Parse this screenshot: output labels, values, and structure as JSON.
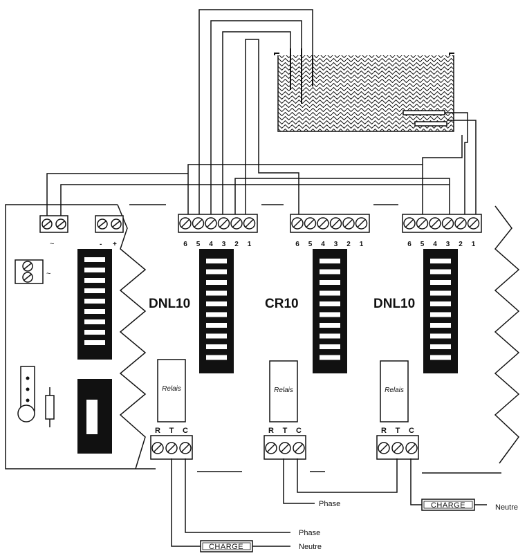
{
  "modules": [
    {
      "id": "dnl10-left",
      "label": "DNL10",
      "terminals": [
        "6",
        "5",
        "4",
        "3",
        "2",
        "1"
      ],
      "relay_label": "Relais",
      "relay_terminals": [
        "R",
        "T",
        "C"
      ]
    },
    {
      "id": "cr10",
      "label": "CR10",
      "terminals": [
        "6",
        "5",
        "4",
        "3",
        "2",
        "1"
      ],
      "relay_label": "Relais",
      "relay_terminals": [
        "R",
        "T",
        "C"
      ]
    },
    {
      "id": "dnl10-right",
      "label": "DNL10",
      "terminals": [
        "6",
        "5",
        "4",
        "3",
        "2",
        "1"
      ],
      "relay_label": "Relais",
      "relay_terminals": [
        "R",
        "T",
        "C"
      ]
    }
  ],
  "power": {
    "ac_symbol": "~",
    "dc_minus": "-",
    "dc_plus": "+",
    "ac_symbol_side": "~"
  },
  "loads": {
    "charge_label": "CHARGE",
    "phase_label": "Phase",
    "neutre_label": "Neutre"
  }
}
